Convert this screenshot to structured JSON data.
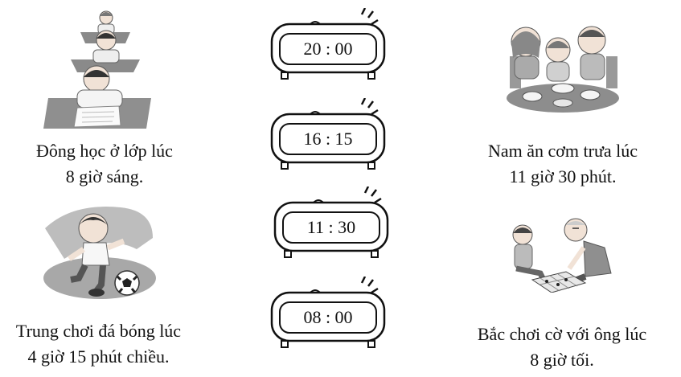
{
  "cards": [
    {
      "line1": "Đông học ở lớp lúc",
      "line2": "8 giờ sáng."
    },
    {
      "line1": "Trung chơi đá bóng lúc",
      "line2": "4 giờ 15 phút chiều."
    },
    {
      "line1": "Nam ăn cơm trưa lúc",
      "line2": "11 giờ 30 phút."
    },
    {
      "line1": "Bắc chơi cờ với ông lúc",
      "line2": "8 giờ tối."
    }
  ],
  "clocks": [
    "20 : 00",
    "16 : 15",
    "11 : 30",
    "08 : 00"
  ]
}
